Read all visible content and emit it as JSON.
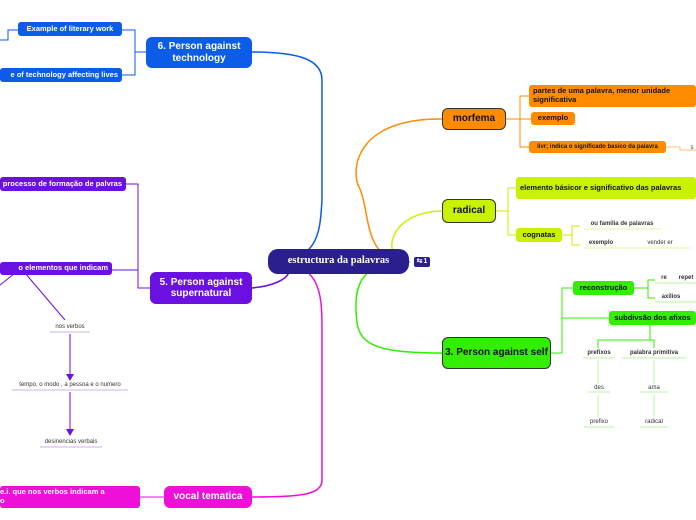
{
  "center": {
    "label": "estructura  da palavras",
    "badge": "1"
  },
  "topics": {
    "technology": {
      "label": "6. Person against technology",
      "children": [
        "Example of literary work",
        "e of technology affecting lives"
      ]
    },
    "supernatural": {
      "label": "5. Person against supernatural",
      "children": [
        "processo de formação de palvras",
        "o elementos que indicam"
      ],
      "chain": [
        "nos verbos",
        "tempo, o modo , a pessoa e o numero",
        "desinencias verbais"
      ]
    },
    "vocal": {
      "label": "vocal tematica",
      "child": "e.i. que nos verbos indicam a\no"
    },
    "morfema": {
      "label": "morfema",
      "children": [
        "partes de uma palavra, menor unidade significativa",
        "exemplo",
        "livr; indica o significado basico da palavra"
      ],
      "leaf": "s"
    },
    "radical": {
      "label": "radical",
      "children": [
        "elemento básicor e significativo das palavras",
        "cognatas"
      ],
      "cognatas_children": [
        "ou familia de palavras",
        "exemplo"
      ],
      "exemplo_leaf": "vender  er"
    },
    "self": {
      "label": "3. Person against self",
      "reconstrucao": "reconstrução",
      "reconstrucao_children": [
        "re",
        "repet",
        "axilios"
      ],
      "subdivisao": "subdivsão dos afixos",
      "subdivisao_children": [
        "prefixos",
        "palabra primitiva"
      ],
      "prefixos_chain": [
        "des",
        "prefixo"
      ],
      "primitiva_chain": [
        "ama",
        "radical"
      ]
    }
  },
  "colors": {
    "technology": "#0b5ce6",
    "supernatural": "#6a10e0",
    "vocal": "#ee10d8",
    "morfema": "#ff8c00",
    "radical": "#c9f200",
    "self": "#33ee00",
    "center": "#2b1e8f"
  }
}
